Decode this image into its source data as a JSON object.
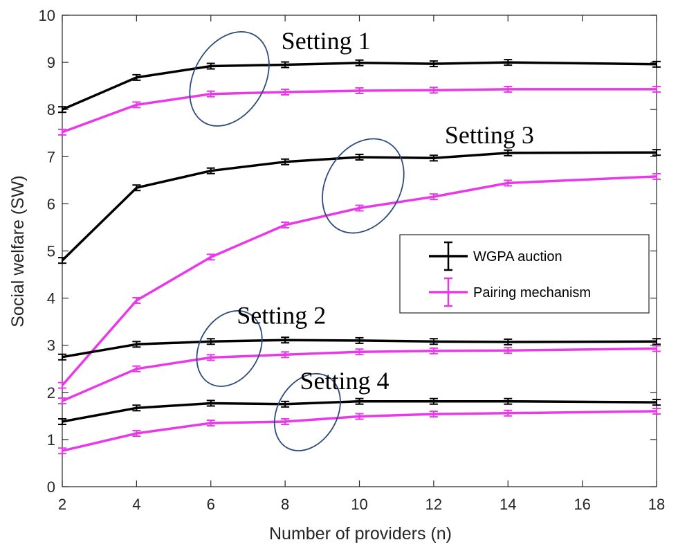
{
  "chart_data": {
    "type": "line",
    "title": "",
    "xlabel": "Number of providers (n)",
    "ylabel": "Social welfare (SW)",
    "xlim": [
      2,
      18
    ],
    "ylim": [
      0,
      10
    ],
    "x_ticks": [
      2,
      4,
      6,
      8,
      10,
      12,
      14,
      16,
      18
    ],
    "y_ticks": [
      0,
      1,
      2,
      3,
      4,
      5,
      6,
      7,
      8,
      9,
      10
    ],
    "grid": false,
    "legend_position": "center-right",
    "legend": [
      {
        "name": "WGPA auction",
        "color": "#000000"
      },
      {
        "name": "Pairing mechanism",
        "color": "#e838e8"
      }
    ],
    "x": [
      2,
      4,
      6,
      8,
      10,
      12,
      14,
      18
    ],
    "series": [
      {
        "group": "WGPA auction",
        "setting": "Setting 1",
        "color": "#000000",
        "values": [
          8.0,
          8.68,
          8.92,
          8.95,
          8.99,
          8.97,
          9.0,
          8.96
        ]
      },
      {
        "group": "Pairing mechanism",
        "setting": "Setting 1",
        "color": "#e838e8",
        "values": [
          7.52,
          8.1,
          8.33,
          8.37,
          8.4,
          8.41,
          8.43,
          8.43
        ]
      },
      {
        "group": "WGPA auction",
        "setting": "Setting 3",
        "color": "#000000",
        "values": [
          4.8,
          6.34,
          6.7,
          6.89,
          6.99,
          6.97,
          7.08,
          7.09
        ]
      },
      {
        "group": "Pairing mechanism",
        "setting": "Setting 3",
        "color": "#e838e8",
        "values": [
          2.15,
          3.95,
          4.87,
          5.55,
          5.91,
          6.15,
          6.44,
          6.58
        ]
      },
      {
        "group": "WGPA auction",
        "setting": "Setting 2",
        "color": "#000000",
        "values": [
          2.75,
          3.02,
          3.08,
          3.11,
          3.1,
          3.08,
          3.07,
          3.08
        ]
      },
      {
        "group": "Pairing mechanism",
        "setting": "Setting 2",
        "color": "#e838e8",
        "values": [
          1.82,
          2.5,
          2.74,
          2.8,
          2.86,
          2.88,
          2.89,
          2.93
        ]
      },
      {
        "group": "WGPA auction",
        "setting": "Setting 4",
        "color": "#000000",
        "values": [
          1.38,
          1.67,
          1.77,
          1.75,
          1.81,
          1.81,
          1.81,
          1.79
        ]
      },
      {
        "group": "Pairing mechanism",
        "setting": "Setting 4",
        "color": "#e838e8",
        "values": [
          0.76,
          1.13,
          1.35,
          1.38,
          1.49,
          1.54,
          1.56,
          1.6
        ]
      }
    ],
    "annotations": [
      {
        "text": "Setting 1",
        "x": 9.1,
        "y": 9.28,
        "ellipse": {
          "cx": 6.5,
          "cy": 8.65,
          "rx": 0.95,
          "ry": 1.07,
          "angle": 30
        }
      },
      {
        "text": "Setting 3",
        "x": 13.5,
        "y": 7.28,
        "ellipse": {
          "cx": 10.1,
          "cy": 6.38,
          "rx": 1.0,
          "ry": 1.06,
          "angle": 30
        }
      },
      {
        "text": "Setting 2",
        "x": 7.9,
        "y": 3.46,
        "ellipse": {
          "cx": 6.5,
          "cy": 2.93,
          "rx": 0.8,
          "ry": 0.85,
          "angle": 30
        }
      },
      {
        "text": "Setting 4",
        "x": 9.6,
        "y": 2.07,
        "ellipse": {
          "cx": 8.6,
          "cy": 1.58,
          "rx": 0.8,
          "ry": 0.87,
          "angle": 30
        }
      }
    ],
    "colors": {
      "wgpa": "#000000",
      "pairing": "#e838e8",
      "ellipse": "#2e4a7d",
      "axis": "#262626"
    }
  }
}
